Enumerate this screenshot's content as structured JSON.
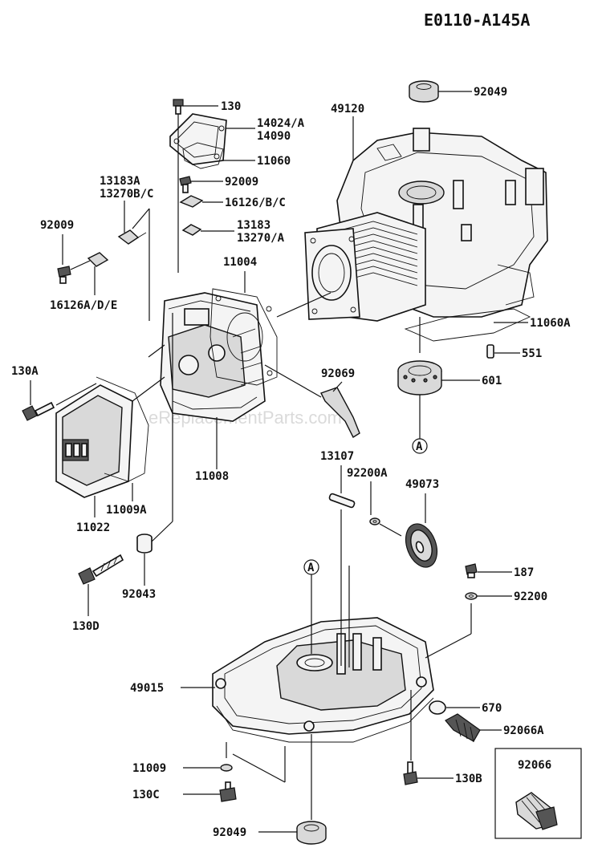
{
  "diagram_code": "E0110-A145A",
  "watermark": "eReplacementParts.com",
  "callouts": {
    "c130": "130",
    "c14024": "14024/A",
    "c14090": "14090",
    "c11060": "11060",
    "c92049top": "92049",
    "c49120": "49120",
    "c13183A": "13183A",
    "c13270BC": "13270B/C",
    "c92009a": "92009",
    "c92009b": "92009",
    "c16126BC": "16126/B/C",
    "c13183": "13183",
    "c13270A": "13270/A",
    "c11004": "11004",
    "c16126ADE": "16126A/D/E",
    "c11060A": "11060A",
    "c551": "551",
    "c130A": "130A",
    "c92069": "92069",
    "c601": "601",
    "c11008": "11008",
    "c13107": "13107",
    "c92200A": "92200A",
    "c49073": "49073",
    "c11009A": "11009A",
    "c11022": "11022",
    "c92043": "92043",
    "c130D": "130D",
    "c187": "187",
    "c92200": "92200",
    "c49015": "49015",
    "c670": "670",
    "c92066A": "92066A",
    "c92066": "92066",
    "c11009": "11009",
    "c130B": "130B",
    "c130C": "130C",
    "c92049bot": "92049",
    "refA1": "A",
    "refA2": "A"
  }
}
